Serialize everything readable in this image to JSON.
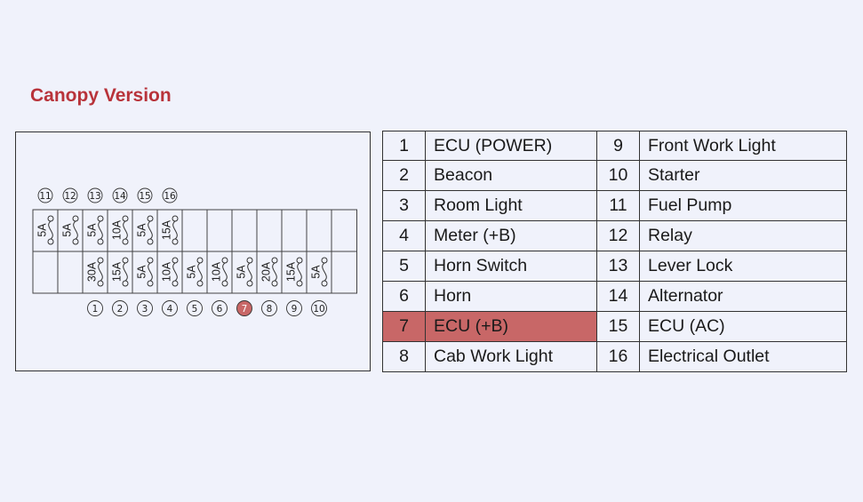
{
  "title": "Canopy Version",
  "colors": {
    "title": "#b8333a",
    "highlight": "#c86767",
    "background": "#f0f2fb"
  },
  "diagram": {
    "top_numbers": [
      "⑪",
      "⑫",
      "⑬",
      "⑭",
      "⑮",
      "⑯"
    ],
    "top_ratings": [
      "5A",
      "5A",
      "5A",
      "10A",
      "5A",
      "15A"
    ],
    "bottom_ratings": [
      "30A",
      "15A",
      "5A",
      "10A",
      "5A",
      "10A",
      "5A",
      "20A",
      "15A",
      "5A"
    ],
    "bottom_numbers": [
      "①",
      "②",
      "③",
      "④",
      "⑤",
      "⑥",
      "7",
      "⑧",
      "⑨",
      "⑩"
    ],
    "highlighted_fuse": 7
  },
  "table": {
    "rows": [
      {
        "left_no": "1",
        "left_name": "ECU (POWER)",
        "right_no": "9",
        "right_name": "Front Work Light"
      },
      {
        "left_no": "2",
        "left_name": "Beacon",
        "right_no": "10",
        "right_name": "Starter"
      },
      {
        "left_no": "3",
        "left_name": "Room Light",
        "right_no": "11",
        "right_name": "Fuel Pump"
      },
      {
        "left_no": "4",
        "left_name": "Meter (+B)",
        "right_no": "12",
        "right_name": "Relay"
      },
      {
        "left_no": "5",
        "left_name": "Horn Switch",
        "right_no": "13",
        "right_name": "Lever Lock"
      },
      {
        "left_no": "6",
        "left_name": "Horn",
        "right_no": "14",
        "right_name": "Alternator"
      },
      {
        "left_no": "7",
        "left_name": "ECU (+B)",
        "right_no": "15",
        "right_name": "ECU (AC)"
      },
      {
        "left_no": "8",
        "left_name": "Cab Work Light",
        "right_no": "16",
        "right_name": "Electrical Outlet"
      }
    ]
  }
}
